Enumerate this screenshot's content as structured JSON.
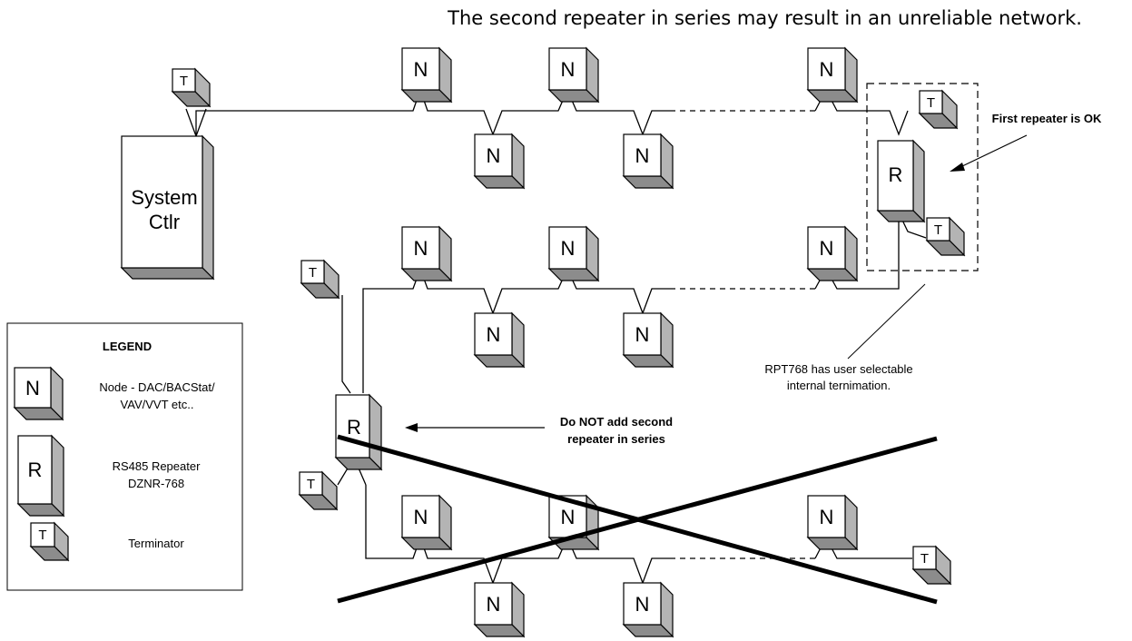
{
  "header_note": "The second repeater in series may result in an unreliable network.",
  "device_labels": {
    "node": "N",
    "repeater": "R",
    "terminator": "T",
    "controller_line1": "System",
    "controller_line2": "Ctlr"
  },
  "callouts": {
    "first_repeater": "First repeater is OK",
    "rpt768_line1": "RPT768 has user selectable",
    "rpt768_line2": "internal ternimation.",
    "second_repeater_line1": "Do NOT add second",
    "second_repeater_line2": "repeater in series"
  },
  "legend": {
    "title": "LEGEND",
    "items": [
      {
        "symbol": "N",
        "line1": "Node - DAC/BACStat/",
        "line2": "VAV/VVT etc.."
      },
      {
        "symbol": "R",
        "line1": "RS485 Repeater",
        "line2": "DZNR-768"
      },
      {
        "symbol": "T",
        "line1": "Terminator",
        "line2": ""
      }
    ]
  },
  "colors": {
    "face": "#ffffff",
    "side": "#b4b4b4",
    "bottom": "#8c8c8c",
    "line": "#000000"
  }
}
